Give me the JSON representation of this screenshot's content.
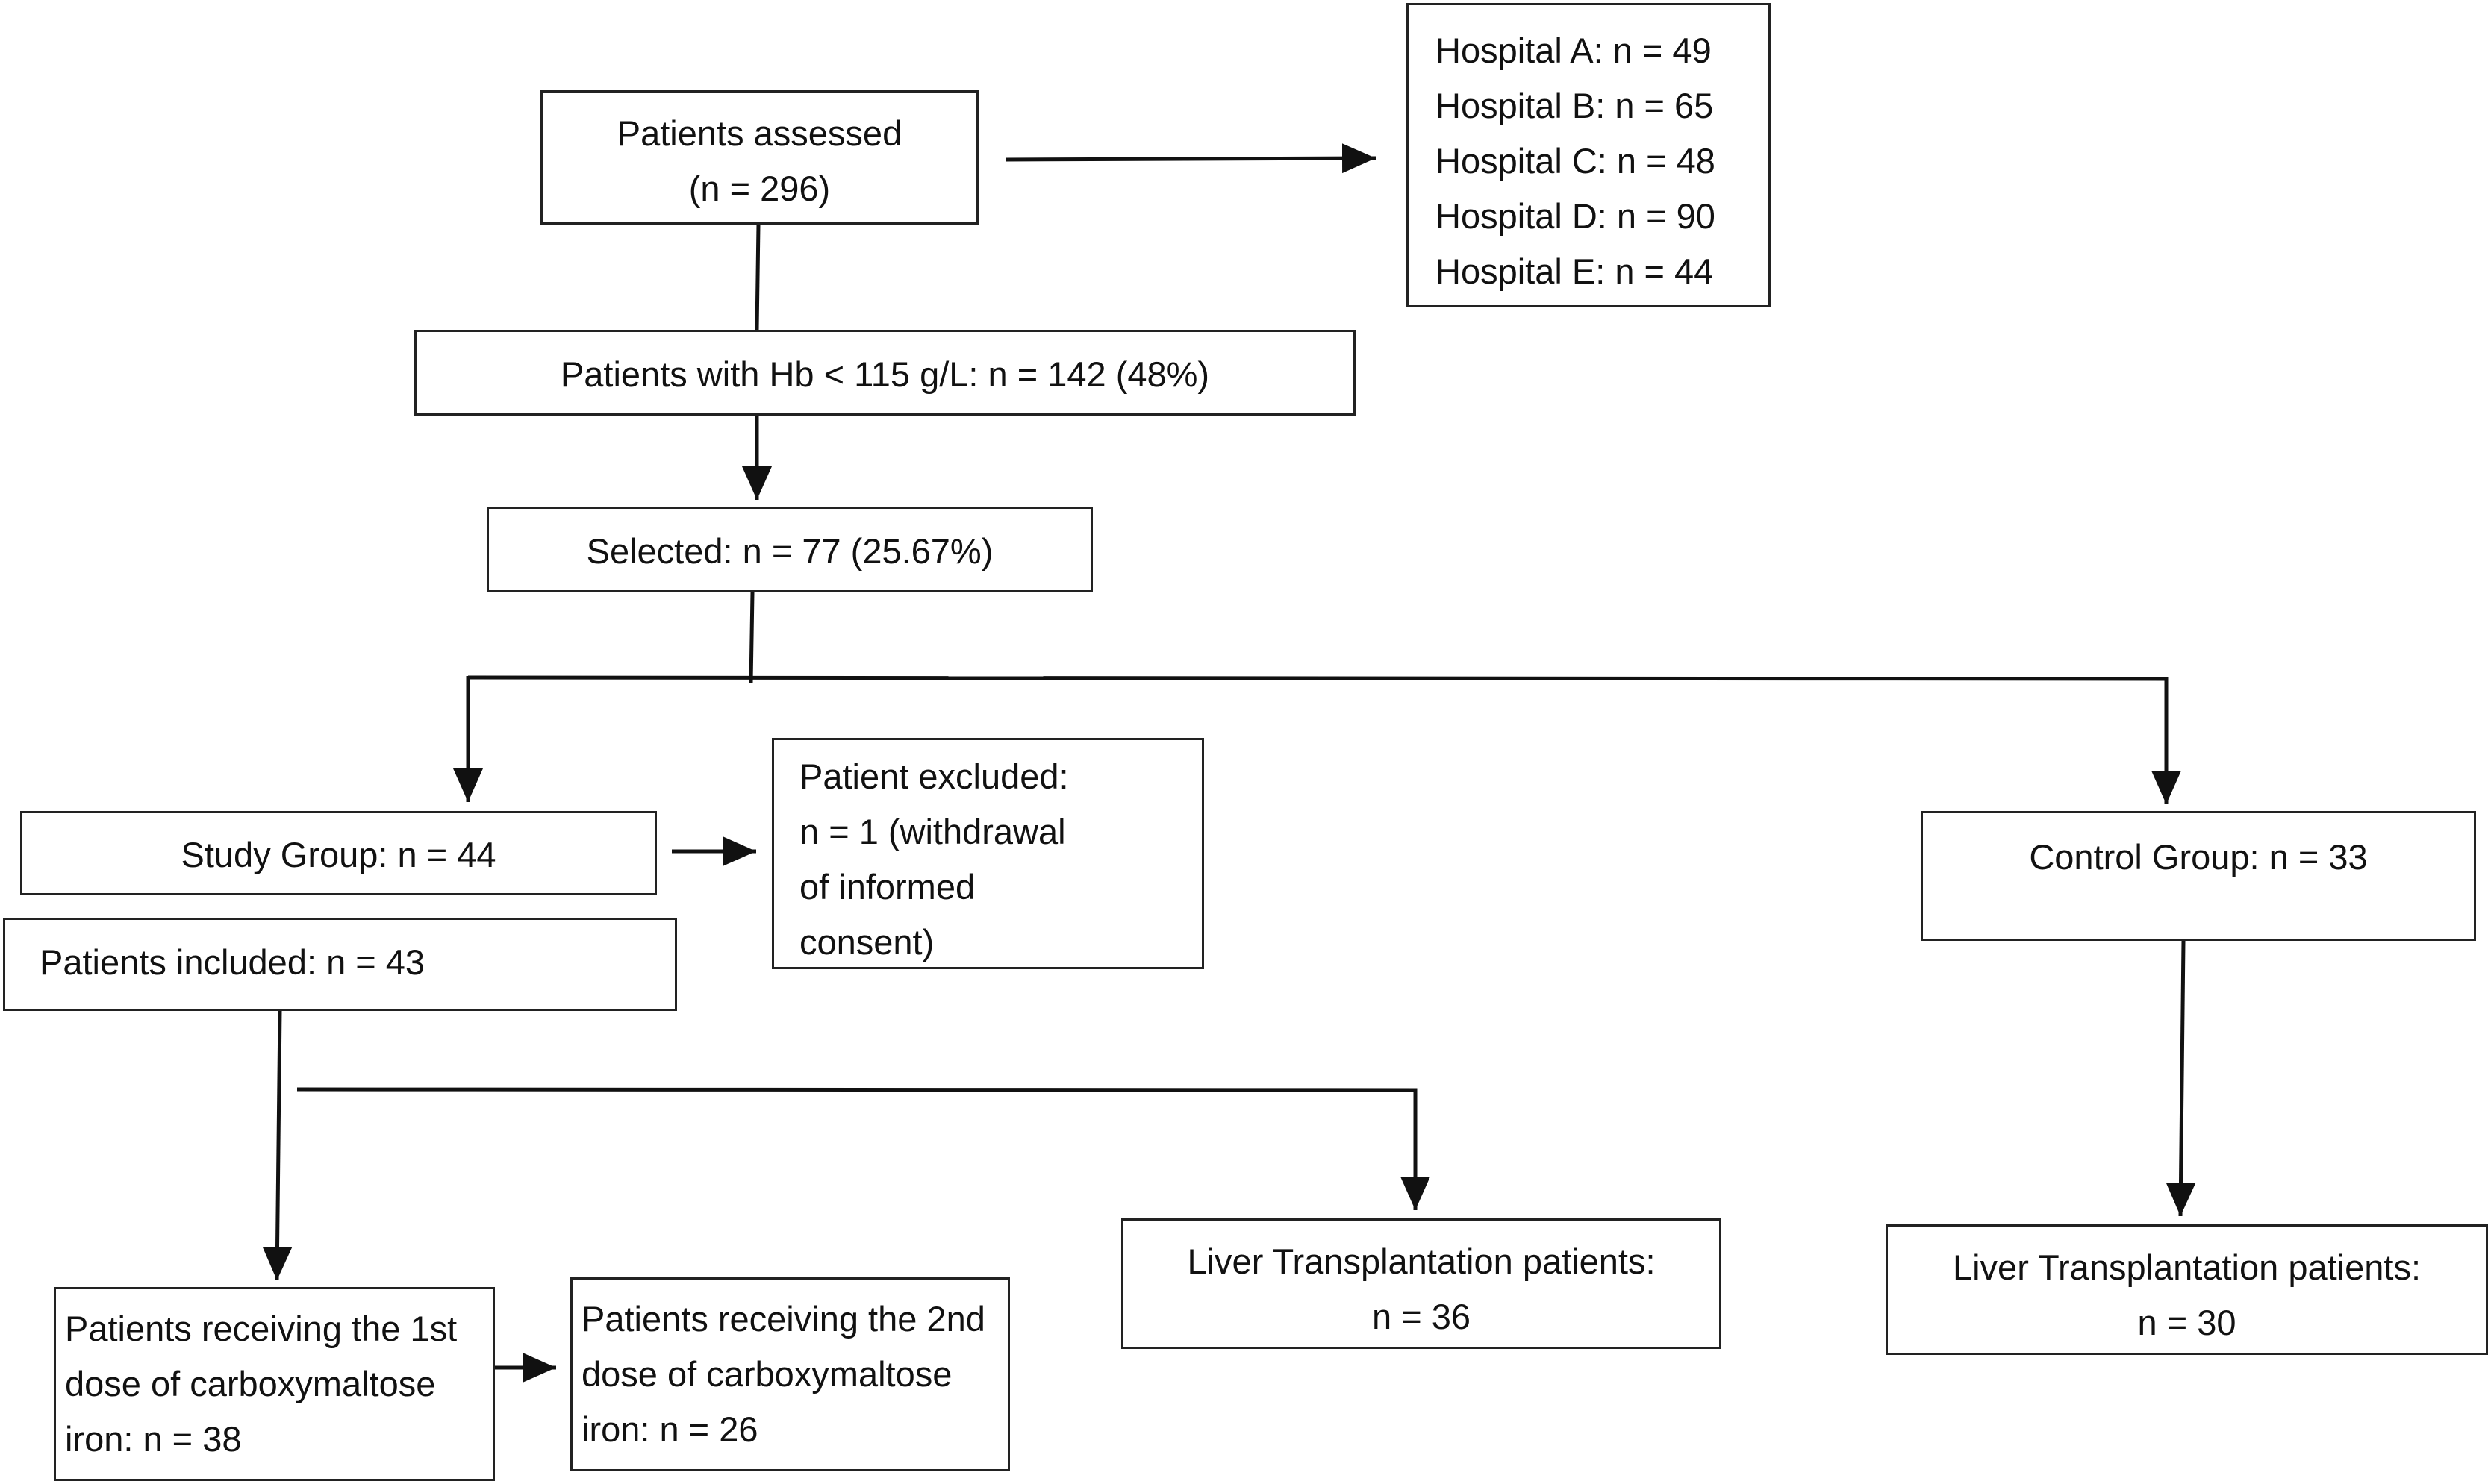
{
  "nodes": {
    "assessed": {
      "lines": [
        "Patients assessed",
        "(n = 296)"
      ]
    },
    "hospitals": {
      "lines": [
        "Hospital A: n = 49",
        "Hospital B: n = 65",
        "Hospital C: n = 48",
        "Hospital D: n = 90",
        "Hospital E: n = 44"
      ]
    },
    "hb": {
      "lines": [
        "Patients with Hb < 115 g/L: n = 142 (48%)"
      ]
    },
    "selected": {
      "lines": [
        "Selected: n = 77 (25.67%)"
      ]
    },
    "study": {
      "lines": [
        "Study Group: n = 44"
      ]
    },
    "excluded": {
      "lines": [
        "Patient excluded:",
        "n = 1 (withdrawal",
        "of informed",
        "consent)"
      ]
    },
    "control": {
      "lines": [
        "Control Group: n = 33"
      ]
    },
    "included": {
      "lines": [
        "Patients included: n = 43"
      ]
    },
    "dose1": {
      "lines": [
        "Patients receiving the 1st",
        "dose of carboxymaltose",
        "iron: n = 38"
      ]
    },
    "dose2": {
      "lines": [
        "Patients receiving the 2nd",
        "dose of carboxymaltose",
        "iron: n = 26"
      ]
    },
    "lt_study": {
      "lines": [
        "Liver Transplantation patients:",
        "n = 36"
      ]
    },
    "lt_control": {
      "lines": [
        "Liver Transplantation patients:",
        "n = 30"
      ]
    }
  },
  "colors": {
    "stroke": "#222222",
    "text": "#111111",
    "background": "#ffffff"
  }
}
